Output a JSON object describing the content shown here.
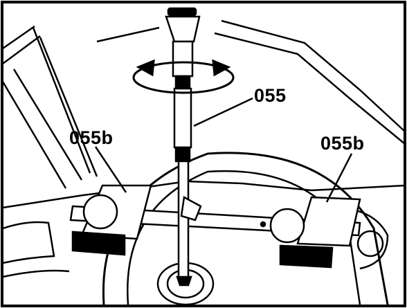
{
  "labels": {
    "tool": "055",
    "bracket_left": "055b",
    "bracket_right": "055b"
  },
  "colors": {
    "ink": "#000000",
    "paper": "#ffffff"
  }
}
